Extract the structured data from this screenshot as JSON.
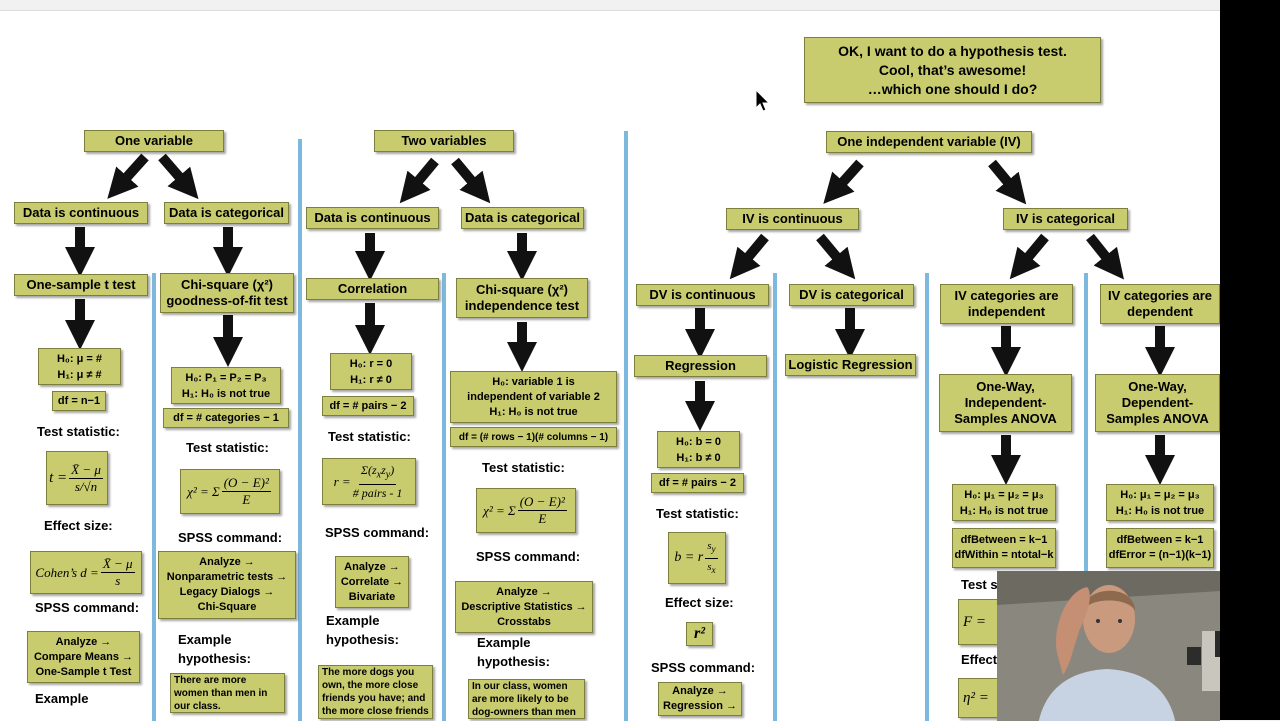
{
  "title_box": {
    "line1": "OK, I want to do a hypothesis test.",
    "line2": "Cool, that’s awesome!",
    "line3": "…which one should I do?"
  },
  "one_var": {
    "header": "One variable",
    "cont": "Data is continuous",
    "cat": "Data is categorical",
    "ttest": "One-sample t test",
    "h0": "H₀: μ = #",
    "h1": "H₁: μ ≠ #",
    "df": "df = n−1",
    "test_stat": "Test statistic:",
    "effect_size": "Effect size:",
    "cohen": "Cohen’s d =",
    "spss": "SPSS command:",
    "cmd": [
      "Analyze →",
      "Compare Means →",
      "One-Sample t Test"
    ],
    "example": "Example",
    "chi_l1": "Chi-square (χ²)",
    "chi_l2": "goodness-of-fit test",
    "chi_h0": "H₀: P₁ = P₂ = P₃",
    "chi_h1": "H₁: H₀ is not true",
    "chi_df": "df = # categories − 1",
    "chi_test_stat": "Test statistic:",
    "chi_spss": "SPSS command:",
    "chi_cmd": [
      "Analyze →",
      "Nonparametric tests →",
      "Legacy Dialogs →",
      "Chi-Square"
    ],
    "chi_example": "Example",
    "chi_hyp": "hypothesis:",
    "chi_hyp_text": "There are more women than men in our class."
  },
  "two_var": {
    "header": "Two variables",
    "cont": "Data is continuous",
    "cat": "Data is categorical",
    "corr": "Correlation",
    "h0": "H₀: r = 0",
    "h1": "H₁: r ≠ 0",
    "df": "df = # pairs − 2",
    "test_stat": "Test statistic:",
    "spss": "SPSS command:",
    "cmd": [
      "Analyze →",
      "Correlate →",
      "Bivariate"
    ],
    "example": "Example",
    "hyp": "hypothesis:",
    "hyp_text": "The more dogs you own, the more close friends you have; and the more close friends",
    "chi_l1": "Chi-square (χ²)",
    "chi_l2": "independence test",
    "chi_h0": "H₀: variable 1 is independent of variable 2",
    "chi_h1": "H₁: H₀ is not true",
    "chi_df": "df = (# rows − 1)(# columns − 1)",
    "chi_test_stat": "Test statistic:",
    "chi_spss": "SPSS command:",
    "chi_cmd": [
      "Analyze →",
      "Descriptive Statistics →",
      "Crosstabs"
    ],
    "chi_example": "Example",
    "chi_hyp": "hypothesis:",
    "chi_hyp_text": "In our class, women are more likely to be dog-owners than men"
  },
  "iv": {
    "header": "One independent variable (IV)",
    "cont": "IV is continuous",
    "cat": "IV is categorical",
    "dv_cont": "DV is continuous",
    "dv_cat": "DV is categorical",
    "regression": "Regression",
    "logistic": "Logistic Regression",
    "reg_h0": "H₀: b = 0",
    "reg_h1": "H₁: b ≠ 0",
    "reg_df": "df = # pairs − 2",
    "reg_test_stat": "Test statistic:",
    "reg_effect": "Effect size:",
    "reg_spss": "SPSS command:",
    "reg_cmd": [
      "Analyze →",
      "Regression →"
    ],
    "ind_l1": "IV categories are",
    "ind_l2": "independent",
    "dep_l1": "IV categories are",
    "dep_l2": "dependent",
    "anova_ind": [
      "One-Way,",
      "Independent-",
      "Samples ANOVA"
    ],
    "anova_dep": [
      "One-Way,",
      "Dependent-",
      "Samples ANOVA"
    ],
    "ind_h0": "H₀: μ₁ = μ₂ = μ₃",
    "ind_h1": "H₁: H₀ is not true",
    "dep_h0": "H₀: μ₁ = μ₂ = μ₃",
    "dep_h1": "H₁: H₀ is not true",
    "ind_df1": "dfBetween = k−1",
    "ind_df2": "dfWithin = ntotal−k",
    "dep_df1": "dfBetween = k−1",
    "dep_df2": "dfError = (n−1)(k−1)",
    "ind_test_stat": "Test st",
    "ind_effect": "Effect"
  }
}
